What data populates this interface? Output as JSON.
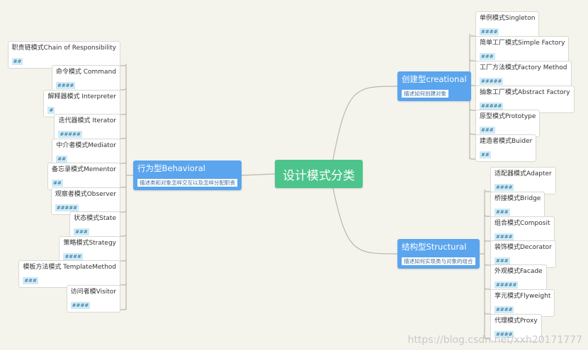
{
  "root": {
    "label": "设计模式分类"
  },
  "creational": {
    "title": "创建型creational",
    "note": "描述如何创建对象",
    "items": [
      {
        "label": "单例模式Singleton",
        "note": "####"
      },
      {
        "label": "简单工厂模式Simple  Factory",
        "note": "###"
      },
      {
        "label": "工厂方法模式Factory  Method",
        "note": "#####"
      },
      {
        "label": "抽象工厂模式Abstract  Factory",
        "note": "#####"
      },
      {
        "label": "原型模式Prototype",
        "note": "###"
      },
      {
        "label": "建造者模式Buider",
        "note": "##"
      }
    ]
  },
  "structural": {
    "title": "结构型Structural",
    "note": "描述如何实现类与对象的组合",
    "items": [
      {
        "label": "适配器模式Adapter",
        "note": "####"
      },
      {
        "label": "桥接模式Bridge",
        "note": "###"
      },
      {
        "label": "组合模式Composit",
        "note": "####"
      },
      {
        "label": "装饰模式Decorator",
        "note": "###"
      },
      {
        "label": "外观模式Facade",
        "note": "#####"
      },
      {
        "label": "享元模式Flyweight",
        "note": "####"
      },
      {
        "label": "代理模式Proxy",
        "note": "####"
      }
    ]
  },
  "behavioral": {
    "title": "行为型Behavioral",
    "note": "描述类和对象怎样交互以及怎样分配职责",
    "items": [
      {
        "label": "职责链模式Chain  of  Responsibility",
        "note": "##"
      },
      {
        "label": "命令模式  Command",
        "note": "####"
      },
      {
        "label": "解释器模式  Interpreter",
        "note": "#"
      },
      {
        "label": "迭代器模式  Iterator",
        "note": "#####"
      },
      {
        "label": "中介者模式Mediator",
        "note": "##"
      },
      {
        "label": "备忘录模式Mementor",
        "note": "##"
      },
      {
        "label": "观察者模式Observer",
        "note": "#####"
      },
      {
        "label": "状态模式State",
        "note": "###"
      },
      {
        "label": "策略模式Strategy",
        "note": "####"
      },
      {
        "label": "模板方法模式  TemplateMethod",
        "note": "###"
      },
      {
        "label": "访问者模Visitor",
        "note": "####"
      }
    ]
  },
  "watermark": "https://blog.csdn.net/xxh20171777",
  "colors": {
    "background": "#f5f4ec",
    "root": "#4cc48b",
    "branch": "#5aa5ee",
    "note_tag": "#cdeaf7",
    "connector": "#b8b6ad"
  }
}
